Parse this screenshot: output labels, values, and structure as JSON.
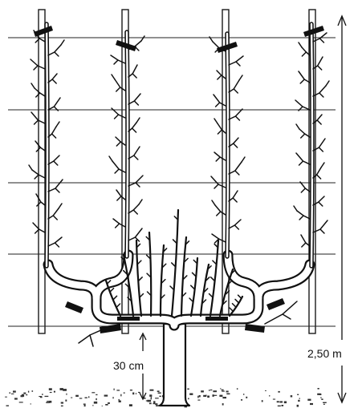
{
  "figure": {
    "labels": {
      "base_height": "30 cm",
      "total_height": "2,50 m"
    },
    "stakes": 4,
    "wires": 5,
    "leaders": 4,
    "colors": {
      "ink": "#111111",
      "paper": "#ffffff"
    }
  }
}
